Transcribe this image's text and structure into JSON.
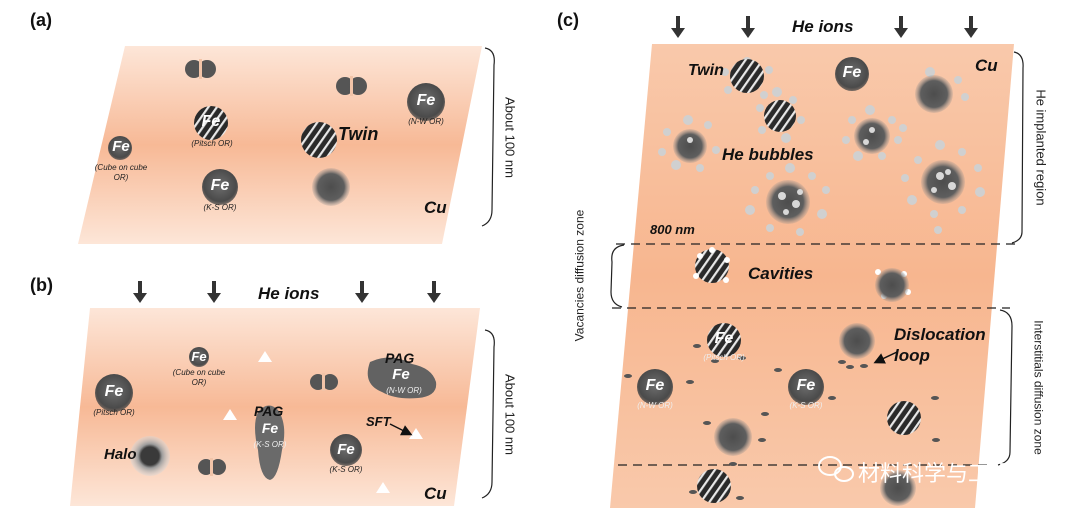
{
  "panels": {
    "a": {
      "label": "(a)",
      "scale": "About 100 nm",
      "matrix": "Cu",
      "twin": "Twin",
      "particles": [
        {
          "fe": "Fe",
          "orientation": "(Cube on cube OR)"
        },
        {
          "fe": "Fe",
          "orientation": "(Pitsch OR)"
        },
        {
          "fe": "Fe",
          "orientation": "(K-S OR)"
        },
        {
          "fe": "Fe",
          "orientation": "(N-W OR)"
        }
      ]
    },
    "b": {
      "label": "(b)",
      "ions": "He ions",
      "scale": "About 100 nm",
      "matrix": "Cu",
      "halo": "Halo",
      "sft": "SFT",
      "pag": "PAG",
      "particles": [
        {
          "fe": "Fe",
          "orientation": "(Pitsch OR)"
        },
        {
          "fe": "Fe",
          "orientation": "(Cube on cube OR)"
        },
        {
          "fe": "Fe",
          "orientation": "(K-S OR)"
        },
        {
          "fe": "Fe",
          "orientation": "(K-S OR)"
        },
        {
          "fe": "Fe",
          "orientation": "(N-W OR)"
        }
      ]
    },
    "c": {
      "label": "(c)",
      "ions": "He ions",
      "matrix": "Cu",
      "twin": "Twin",
      "bubbles": "He bubbles",
      "depth": "800 nm",
      "cavities": "Cavities",
      "dislocation": "Dislocation loop",
      "zones": {
        "implanted": "He implanted region",
        "vacancies": "Vacancies diffusion zone",
        "interstitials": "Interstitials diffusion zone"
      },
      "particles": [
        {
          "fe": "Fe",
          "orientation": ""
        },
        {
          "fe": "Fe",
          "orientation": "(Pitsch OR)"
        },
        {
          "fe": "Fe",
          "orientation": "(N-W OR)"
        },
        {
          "fe": "Fe",
          "orientation": "(K-S OR)"
        }
      ]
    }
  },
  "watermark": "材料科学与工程",
  "colors": {
    "matrix_light": "#fde8dc",
    "matrix_dark": "#f6b48f",
    "particle": "#555555",
    "bubble": "#cfcfcf"
  }
}
